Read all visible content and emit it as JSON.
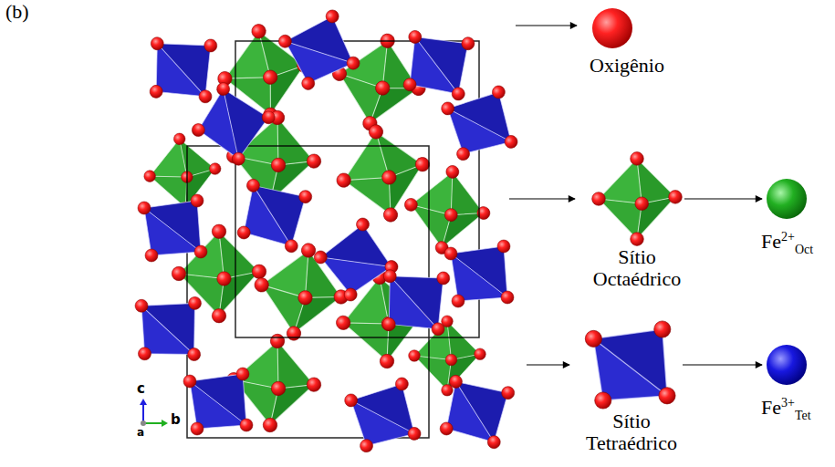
{
  "diagram": {
    "nodes": [
      {
        "text": [
          "Oxigênio"
        ]
      },
      {
        "text": [
          "Sítio Octaédrico"
        ]
      },
      {
        "text": [
          "Fe",
          "2+",
          "Oct"
        ]
      },
      {
        "text": [
          "Sítio Tetraédrico"
        ]
      },
      {
        "text": [
          "Fe",
          "3+",
          "Tet"
        ]
      }
    ],
    "edges": [
      {
        "from": 1,
        "to": 2,
        "arrow": "to"
      },
      {
        "from": 3,
        "to": 4,
        "arrow": "to"
      }
    ],
    "labels": [
      "(b)",
      "c",
      "a",
      "b"
    ]
  }
}
